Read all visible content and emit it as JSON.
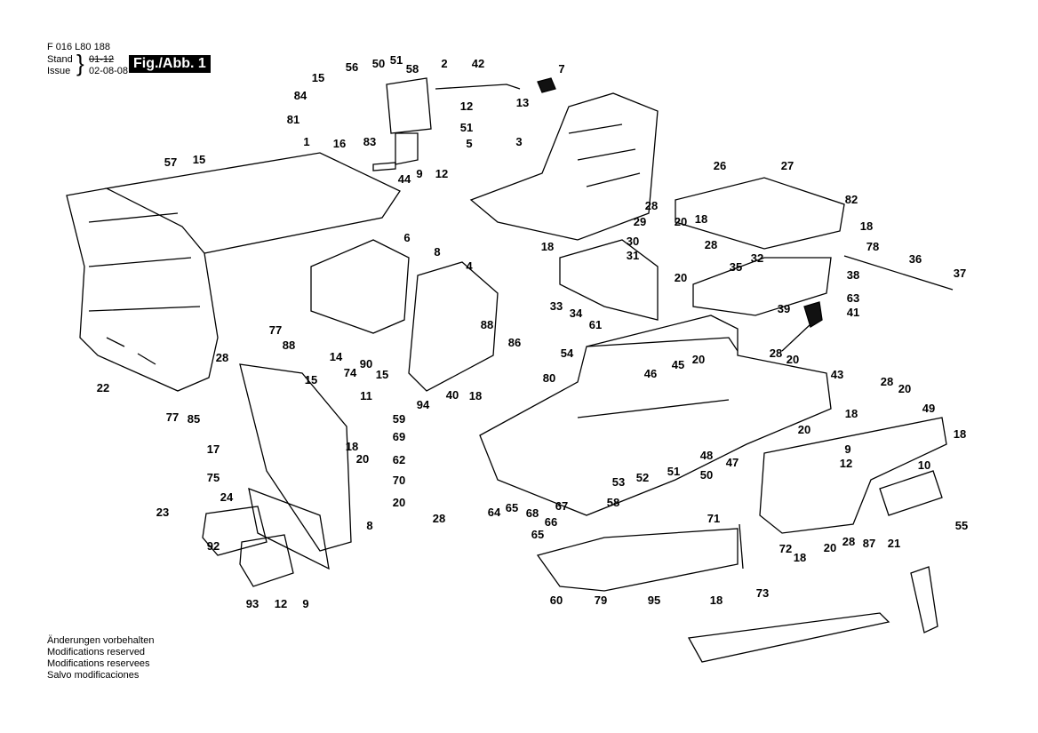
{
  "header": {
    "part_number": "F 016 L80 188",
    "stand_label": "Stand",
    "issue_label": "Issue",
    "old_date": "01-12",
    "issue_date": "02-08-08",
    "figure_label": "Fig./Abb. 1"
  },
  "notes": [
    "Änderungen vorbehalten",
    "Modifications reserved",
    "Modifications reservees",
    "Salvo modificaciones"
  ],
  "callouts": [
    "1",
    "2",
    "42",
    "7",
    "13",
    "56",
    "50",
    "51",
    "58",
    "15",
    "84",
    "81",
    "16",
    "83",
    "12",
    "51",
    "5",
    "9",
    "12",
    "44",
    "3",
    "57",
    "15",
    "26",
    "27",
    "28",
    "29",
    "20",
    "18",
    "82",
    "18",
    "30",
    "28",
    "78",
    "31",
    "32",
    "18",
    "6",
    "8",
    "4",
    "36",
    "37",
    "35",
    "38",
    "20",
    "63",
    "33",
    "34",
    "61",
    "39",
    "41",
    "88",
    "77",
    "88",
    "28",
    "86",
    "54",
    "28",
    "20",
    "20",
    "46",
    "45",
    "43",
    "14",
    "74",
    "90",
    "15",
    "11",
    "22",
    "80",
    "40",
    "18",
    "94",
    "28",
    "20",
    "15",
    "77",
    "85",
    "18",
    "49",
    "59",
    "69",
    "20",
    "9",
    "18",
    "12",
    "17",
    "18",
    "20",
    "62",
    "48",
    "47",
    "51",
    "50",
    "52",
    "53",
    "10",
    "75",
    "70",
    "20",
    "28",
    "24",
    "64",
    "65",
    "68",
    "67",
    "66",
    "65",
    "58",
    "71",
    "23",
    "8",
    "55",
    "28",
    "20",
    "87",
    "21",
    "18",
    "72",
    "92",
    "60",
    "79",
    "95",
    "18",
    "73",
    "93",
    "12",
    "9"
  ]
}
